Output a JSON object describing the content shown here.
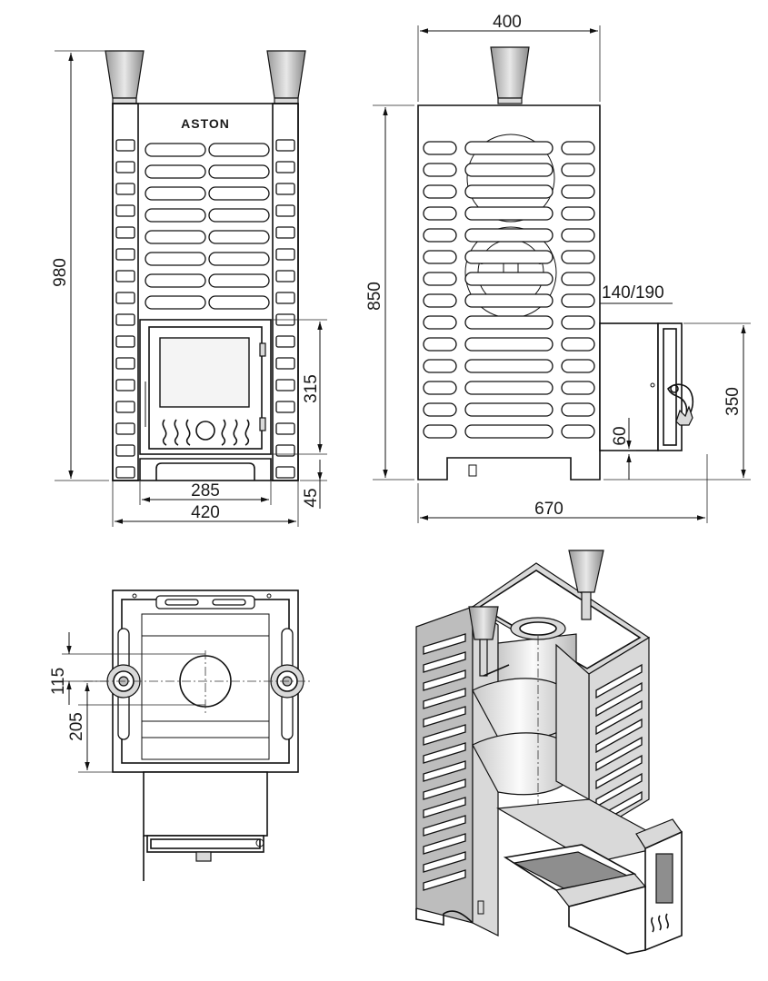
{
  "brand": {
    "logo_text": "ASTON"
  },
  "dimensions": {
    "front_height": "980",
    "front_width": "420",
    "front_door_width": "285",
    "front_door_height": "315",
    "front_base_height": "45",
    "side_width": "400",
    "side_height": "850",
    "side_total_depth": "670",
    "side_flue_diameter": "140/190",
    "side_tunnel_height": "350",
    "side_tunnel_offset": "60",
    "plan_offset_1": "115",
    "plan_offset_2": "205"
  },
  "views": [
    {
      "name": "front-view"
    },
    {
      "name": "side-view"
    },
    {
      "name": "plan-view"
    },
    {
      "name": "isometric-cutaway-view"
    }
  ]
}
